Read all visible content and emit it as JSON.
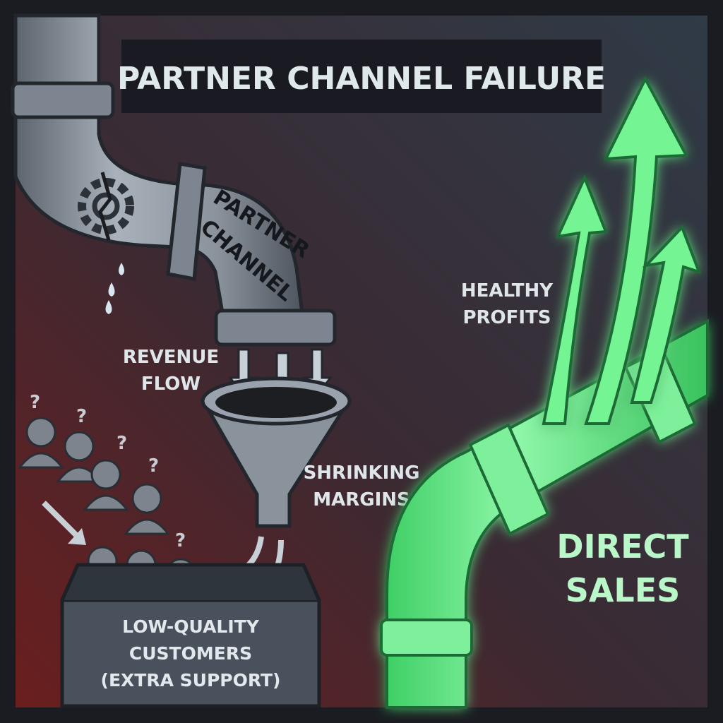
{
  "title": "PARTNER CHANNEL FAILURE",
  "pipe_label": [
    "PARTNER",
    "CHANNEL"
  ],
  "revenue_flow": [
    "REVENUE",
    "FLOW"
  ],
  "shrinking_margins": [
    "SHRINKING",
    "MARGINS"
  ],
  "healthy_profits": [
    "HEALTHY",
    "PROFITS"
  ],
  "direct_sales": [
    "DIRECT",
    "SALES"
  ],
  "customers_box": [
    "LOW-QUALITY",
    "CUSTOMERS",
    "(EXTRA SUPPORT)"
  ],
  "question_mark": "?",
  "colors": {
    "background_left": "#6b1e1e",
    "background_right": "#2f3b47",
    "pipe_gray": "#8f98a3",
    "pipe_green": "#6ff08f",
    "glow_green": "#3dff74",
    "title_box": "#1a1a22",
    "title_text": "#dfe9ec"
  },
  "icons": [
    "broken-gear-icon",
    "water-drop-icon",
    "funnel-icon",
    "angry-face-icon",
    "sad-face-icon",
    "up-arrow-icon",
    "down-arrow-icon"
  ]
}
